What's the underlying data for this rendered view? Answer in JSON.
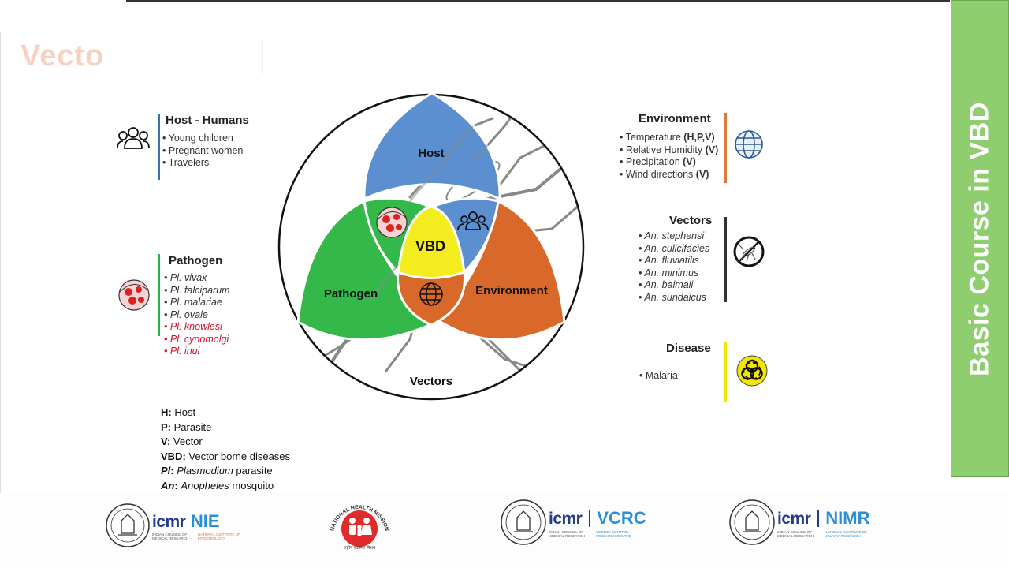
{
  "title_faded": "Vecto",
  "side_banner": "Basic Course in VBD",
  "diagram": {
    "host_label": "Host",
    "pathogen_label": "Pathogen",
    "environment_label": "Environment",
    "center_label": "VBD",
    "vectors_label": "Vectors"
  },
  "host_block": {
    "title": "Host - Humans",
    "items": [
      "Young children",
      "Pregnant women",
      "Travelers"
    ],
    "bar_color": "#3a6fb0",
    "icon": "people-icon"
  },
  "pathogen_block": {
    "title": "Pathogen",
    "items": [
      "Pl. vivax",
      "Pl. falciparum",
      "Pl. malariae",
      "Pl. ovale",
      "Pl. knowlesi",
      "Pl. cynomolgi",
      "Pl. inui"
    ],
    "highlight_color": "#d0102a",
    "bar_color": "#26b34a",
    "icon": "infected-cell-icon"
  },
  "environment_block": {
    "title": "Environment",
    "items": [
      {
        "text": "Temperature ",
        "tag": "(H,P,V)"
      },
      {
        "text": "Relative Humidity ",
        "tag": "(V)"
      },
      {
        "text": "Precipitation ",
        "tag": "(V)"
      },
      {
        "text": "Wind directions ",
        "tag": "(V)"
      }
    ],
    "bar_color": "#e07a3a",
    "icon": "globe-icon"
  },
  "vectors_block": {
    "title": "Vectors",
    "items": [
      "An. stephensi",
      "An. culicifacies",
      "An. fluviatilis",
      "An. minimus",
      "An. baimaii",
      "An. sundaicus"
    ],
    "bar_color": "#333333",
    "icon": "mosquito-icon"
  },
  "disease_block": {
    "title": "Disease",
    "items": [
      "Malaria"
    ],
    "bar_color": "#f2e600",
    "icon": "biohazard-icon"
  },
  "legend": [
    {
      "key": "H:",
      "text": " Host"
    },
    {
      "key": "P:",
      "text": " Parasite"
    },
    {
      "key": "V:",
      "text": " Vector"
    },
    {
      "key": "VBD:",
      "text": " Vector borne diseases"
    },
    {
      "key": "Pl",
      "key_suffix": ":",
      "italic": "Plasmodium",
      "text": " parasite"
    },
    {
      "key": "An",
      "key_suffix": ":",
      "italic": "Anopheles",
      "text": " mosquito"
    }
  ],
  "footer": {
    "logo1": {
      "icmr": "icmr",
      "abbr": "NIE",
      "line1": "INDIAN COUNCIL OF",
      "line2": "MEDICAL RESEARCH",
      "line3": "NATIONAL INSTITUTE OF",
      "line4": "EPIDEMIOLOGY"
    },
    "logo2": {
      "arc": "NATIONAL HEALTH MISSION",
      "sub": "राष्ट्रीय स्वास्थ्य मिशन"
    },
    "logo3": {
      "icmr": "icmr",
      "abbr": "VCRC",
      "line1": "INDIAN COUNCIL OF",
      "line2": "MEDICAL RESEARCH",
      "line3": "VECTOR CONTROL",
      "line4": "RESEARCH CENTRE"
    },
    "logo4": {
      "icmr": "icmr",
      "abbr": "NIMR",
      "line1": "INDIAN COUNCIL OF",
      "line2": "MEDICAL RESEARCH",
      "line3": "NATIONAL INSTITUTE OF",
      "line4": "MALARIA RESEARCH"
    }
  }
}
